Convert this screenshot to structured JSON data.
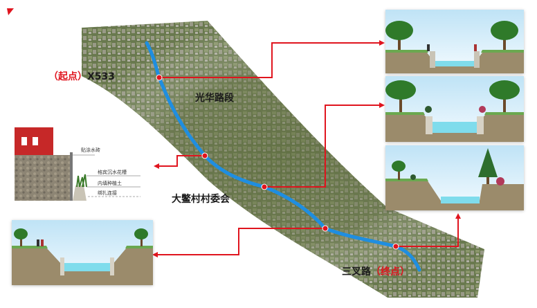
{
  "labels": {
    "start_prefix": "（起点）",
    "start_road": "X533",
    "guanghua": "光华路段",
    "village": "大鳖村村委会",
    "sancha": "三叉路",
    "end_suffix": "（终点）"
  },
  "detail_notes": {
    "top": "贴涂水砖",
    "mid1": "格宾沉水花槽",
    "mid2": "内填种植土",
    "bottom": "绑扎连接"
  },
  "colors": {
    "river": "#1f8ee0",
    "arrow": "#e0141e",
    "water": "#7fdcec",
    "sky": "#dff1fb"
  }
}
